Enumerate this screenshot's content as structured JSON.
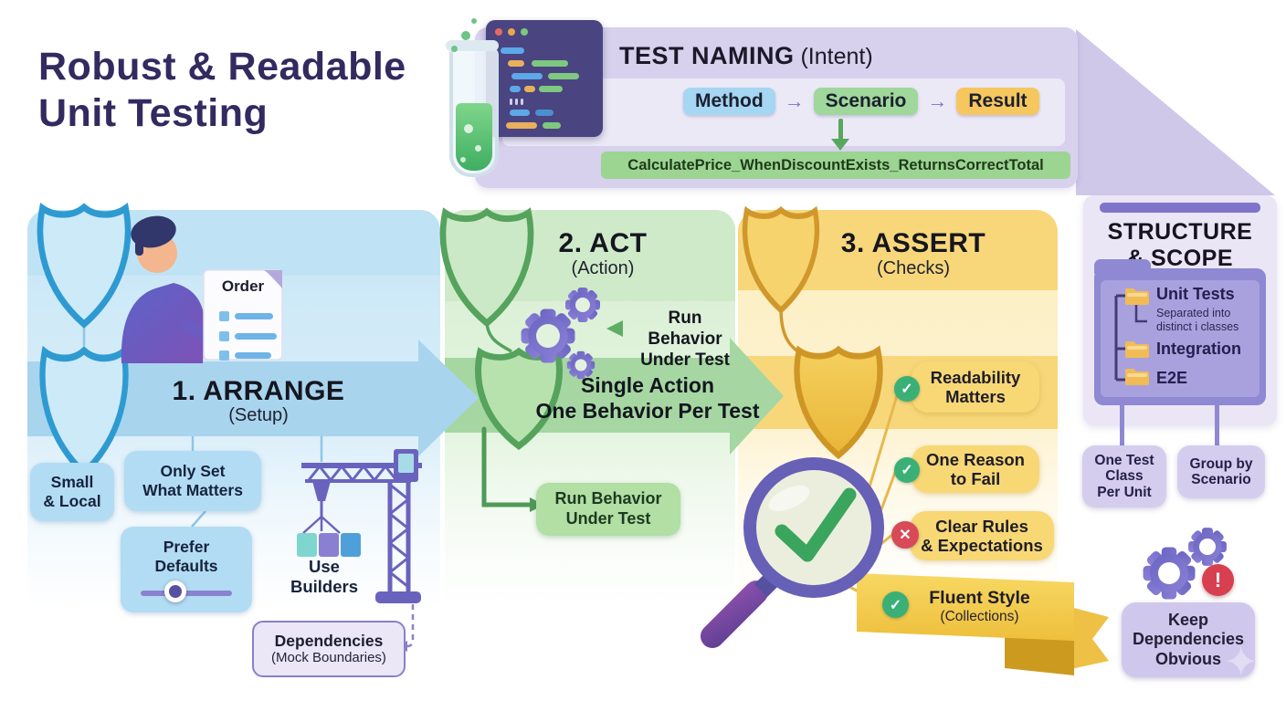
{
  "title": {
    "text": "Robust & Readable\nUnit Testing"
  },
  "icons": {
    "arrow": "→",
    "check": "✓",
    "cross": "✕",
    "alert": "!",
    "sparkle": "✦"
  },
  "test_naming": {
    "heading": "TEST NAMING",
    "heading_suffix": " (Intent)",
    "steps": [
      {
        "label": "Method"
      },
      {
        "label": "Scenario"
      },
      {
        "label": "Result"
      }
    ],
    "example": "CalculatePrice_WhenDiscountExists_ReturnsCorrectTotal"
  },
  "structure_scope": {
    "title": "STRUCTURE\n& SCOPE",
    "folders": [
      {
        "label": "Unit Tests",
        "note": "Separated into\ndistinct i classes"
      },
      {
        "label": "Integration"
      },
      {
        "label": "E2E"
      }
    ],
    "box1": "One Test\nClass\nPer Unit",
    "box2": "Group by\nScenario"
  },
  "arrange": {
    "step": "1. ARRANGE",
    "sub": "(Setup)",
    "doc_title": "Order",
    "tip_small": "Small\n& Local",
    "tip_only": "Only Set\nWhat Matters",
    "tip_prefer": "Prefer\nDefaults",
    "builders": "Use\nBuilders",
    "dependencies": "Dependencies",
    "dependencies_sub": "(Mock Boundaries)"
  },
  "act": {
    "step": "2. ACT",
    "sub": "(Action)",
    "gear_note": "Run Behavior\nUnder Test",
    "band": "Single Action\nOne Behavior Per Test",
    "box": "Run Behavior\nUnder Test"
  },
  "assert": {
    "step": "3. ASSERT",
    "sub": "(Checks)",
    "item1": "Readability\nMatters",
    "item2": "One Reason\nto Fail",
    "item3": "Clear Rules\n& Expectations",
    "item4": "Fluent Style",
    "item4_sub": "(Collections)"
  },
  "footer": {
    "keep": "Keep\nDependencies\nObvious"
  },
  "colors": {
    "title_navy": "#332a60",
    "banner_purple": "#d7d1ed",
    "arrange_blue": "#a8d4ee",
    "act_green": "#a6d7a2",
    "assert_yellow": "#f8d77b",
    "structure_lavender": "#eae6f6",
    "check_green": "#3ab077",
    "cross_red": "#d84a58"
  }
}
